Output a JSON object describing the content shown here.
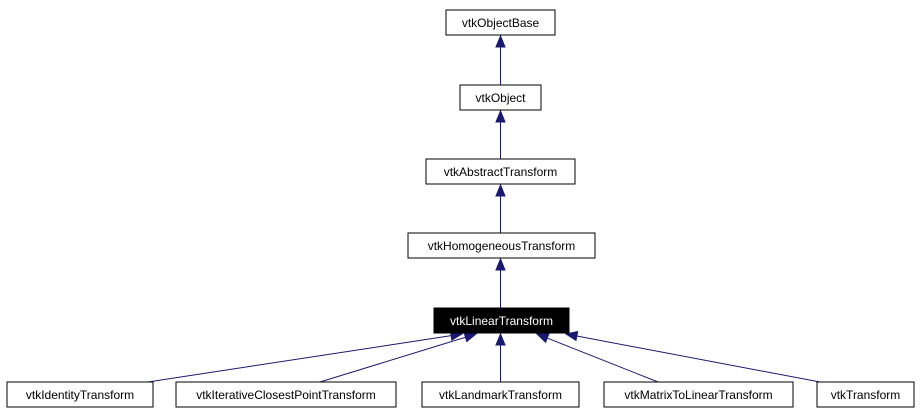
{
  "diagram": {
    "nodes": {
      "vtkObjectBase": "vtkObjectBase",
      "vtkObject": "vtkObject",
      "vtkAbstractTransform": "vtkAbstractTransform",
      "vtkHomogeneousTransform": "vtkHomogeneousTransform",
      "vtkLinearTransform": "vtkLinearTransform",
      "vtkIdentityTransform": "vtkIdentityTransform",
      "vtkIterativeClosestPointTransform": "vtkIterativeClosestPointTransform",
      "vtkLandmarkTransform": "vtkLandmarkTransform",
      "vtkMatrixToLinearTransform": "vtkMatrixToLinearTransform",
      "vtkTransform": "vtkTransform"
    },
    "highlighted_node": "vtkLinearTransform",
    "edge_color": "#191970",
    "edges": [
      [
        "vtkObject",
        "vtkObjectBase"
      ],
      [
        "vtkAbstractTransform",
        "vtkObject"
      ],
      [
        "vtkHomogeneousTransform",
        "vtkAbstractTransform"
      ],
      [
        "vtkLinearTransform",
        "vtkHomogeneousTransform"
      ],
      [
        "vtkIdentityTransform",
        "vtkLinearTransform"
      ],
      [
        "vtkIterativeClosestPointTransform",
        "vtkLinearTransform"
      ],
      [
        "vtkLandmarkTransform",
        "vtkLinearTransform"
      ],
      [
        "vtkMatrixToLinearTransform",
        "vtkLinearTransform"
      ],
      [
        "vtkTransform",
        "vtkLinearTransform"
      ]
    ]
  }
}
